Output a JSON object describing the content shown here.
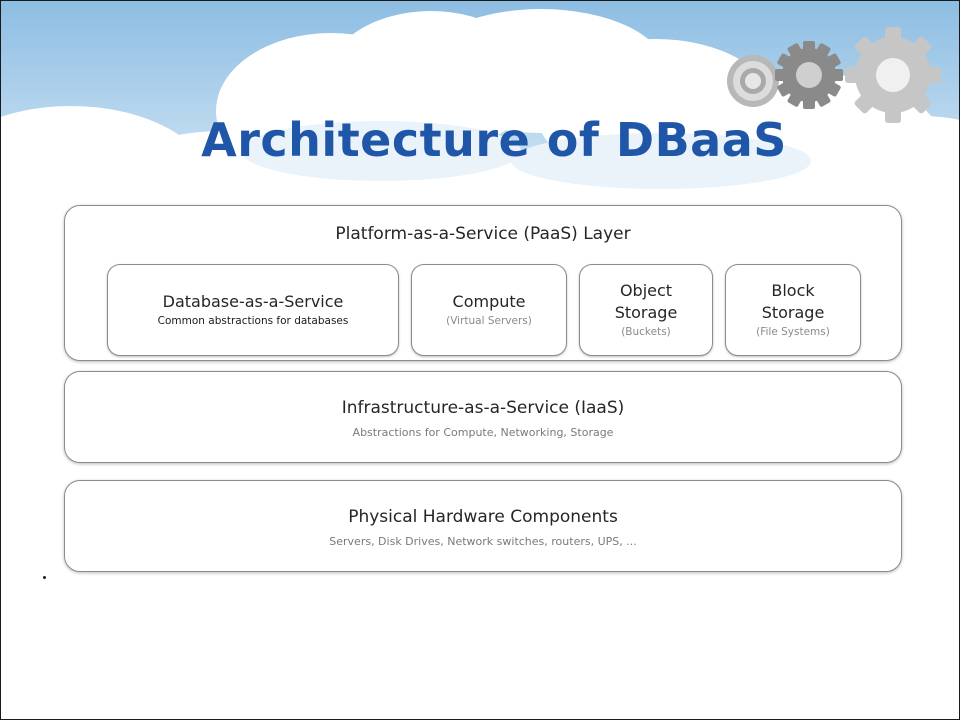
{
  "slide": {
    "title": "Architecture of DBaaS"
  },
  "layers": {
    "paas": {
      "title": "Platform-as-a-Service (PaaS) Layer",
      "services": [
        {
          "name": "Database-as-a-Service",
          "desc": "Common abstractions for databases"
        },
        {
          "name": "Compute",
          "note": "(Virtual Servers)"
        },
        {
          "name_line1": "Object",
          "name_line2": "Storage",
          "note": "(Buckets)"
        },
        {
          "name_line1": "Block",
          "name_line2": "Storage",
          "note": "(File Systems)"
        }
      ]
    },
    "iaas": {
      "title": "Infrastructure-as-a-Service (IaaS)",
      "subtitle": "Abstractions for Compute, Networking, Storage"
    },
    "hardware": {
      "title": "Physical Hardware Components",
      "subtitle": "Servers, Disk Drives, Network switches, routers, UPS, ..."
    }
  },
  "colors": {
    "title": "#1f56a8",
    "sky": "#9fc7e6",
    "cloud": "#ffffff",
    "box_border": "#8c8c8c"
  },
  "icons": [
    "cloud-background",
    "gears-icon"
  ]
}
